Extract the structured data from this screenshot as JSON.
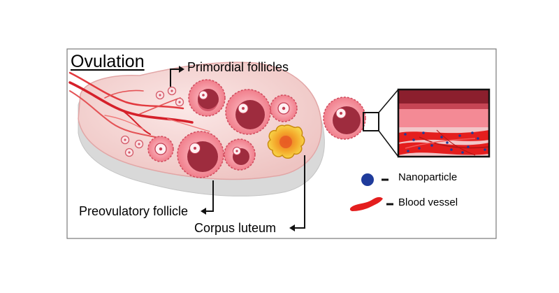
{
  "title": "Ovulation",
  "labels": {
    "primordial": "Primordial follicles",
    "preovulatory": "Preovulatory follicle",
    "corpus_luteum": "Corpus luteum"
  },
  "legend": {
    "nanoparticle": "Nanoparticle",
    "blood_vessel": "Blood vessel"
  },
  "colors": {
    "ovary_fill": "#f2d2d0",
    "ovary_shadow": "#d4d4d4",
    "follicle_outer": "#f48a95",
    "follicle_inner": "#b23a4c",
    "corpus_luteum": "#f5c938",
    "blood_vessel": "#e41e1e",
    "nanoparticle": "#1f3b9b",
    "tissue_dark": "#8b1f2d"
  }
}
